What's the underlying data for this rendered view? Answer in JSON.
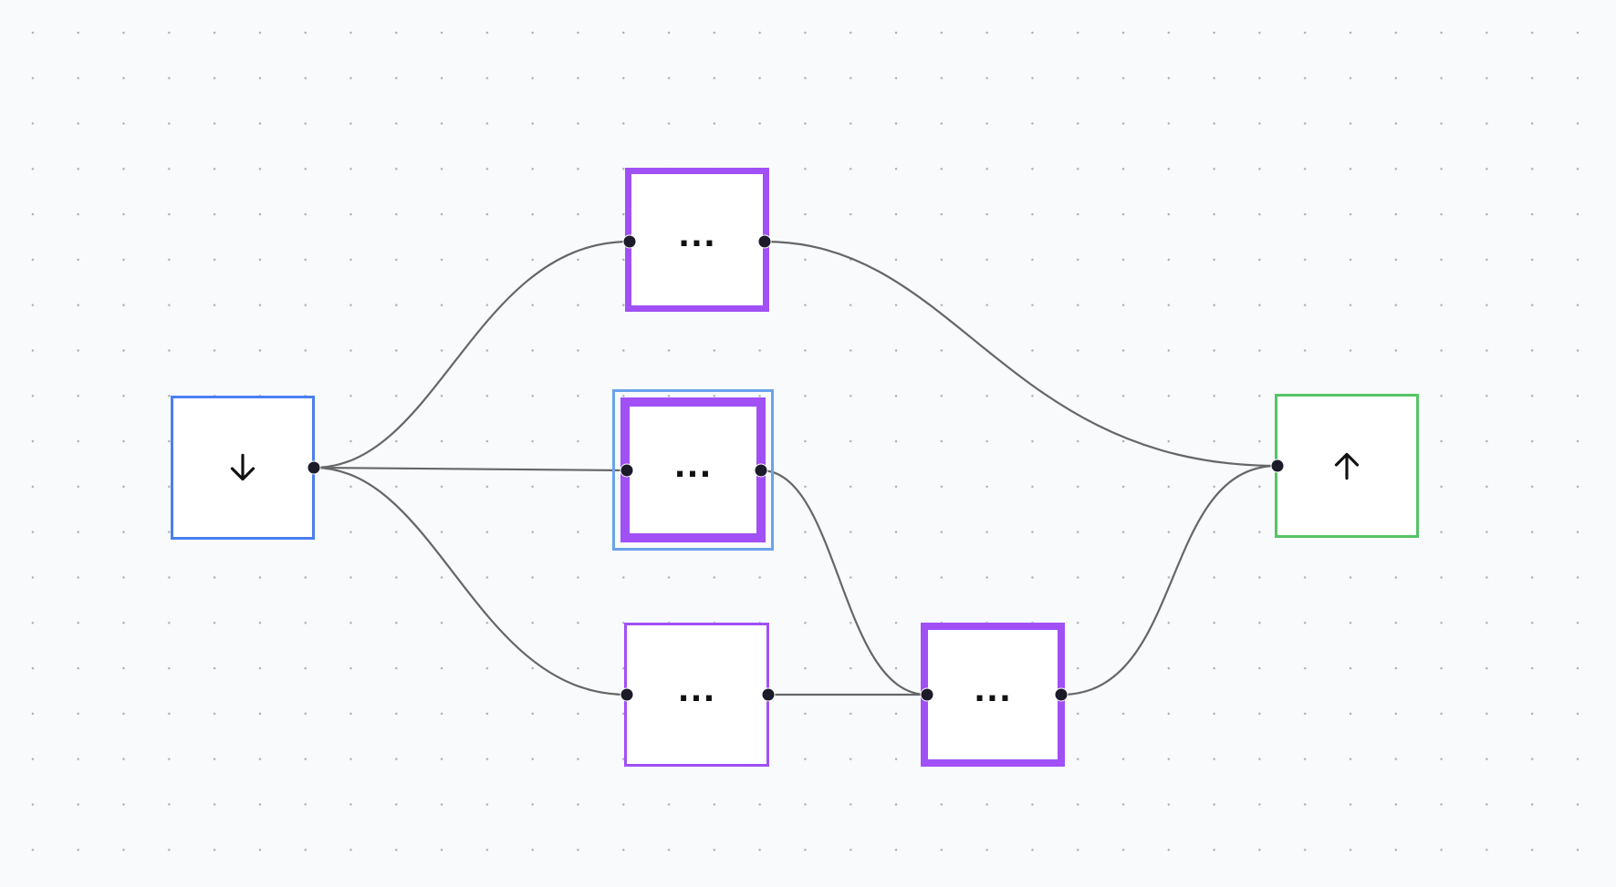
{
  "colors": {
    "background": "#f8fafc",
    "grid_dot": "#aab0b8",
    "edge": "#666666",
    "handle": "#1b1b2a",
    "input_border": "#4a7ff0",
    "output_border": "#55c466",
    "process_border": "#a050f5",
    "selection_ring": "#6aa3ec"
  },
  "nodes": [
    {
      "id": "input",
      "kind": "input",
      "icon": "arrow-down-icon",
      "selected": false
    },
    {
      "id": "process-top",
      "kind": "process",
      "label": "...",
      "icon": "ellipsis-icon",
      "selected": false
    },
    {
      "id": "process-middle",
      "kind": "process",
      "label": "...",
      "icon": "ellipsis-icon",
      "selected": true
    },
    {
      "id": "process-bottom",
      "kind": "process",
      "label": "...",
      "icon": "ellipsis-icon",
      "selected": false
    },
    {
      "id": "process-merge",
      "kind": "process",
      "label": "...",
      "icon": "ellipsis-icon",
      "selected": false
    },
    {
      "id": "output",
      "kind": "output",
      "icon": "arrow-up-icon",
      "selected": false
    }
  ],
  "edges": [
    {
      "from": "input",
      "to": "process-top"
    },
    {
      "from": "input",
      "to": "process-middle"
    },
    {
      "from": "input",
      "to": "process-bottom"
    },
    {
      "from": "process-top",
      "to": "output"
    },
    {
      "from": "process-middle",
      "to": "process-merge"
    },
    {
      "from": "process-bottom",
      "to": "process-merge"
    },
    {
      "from": "process-merge",
      "to": "output"
    }
  ]
}
